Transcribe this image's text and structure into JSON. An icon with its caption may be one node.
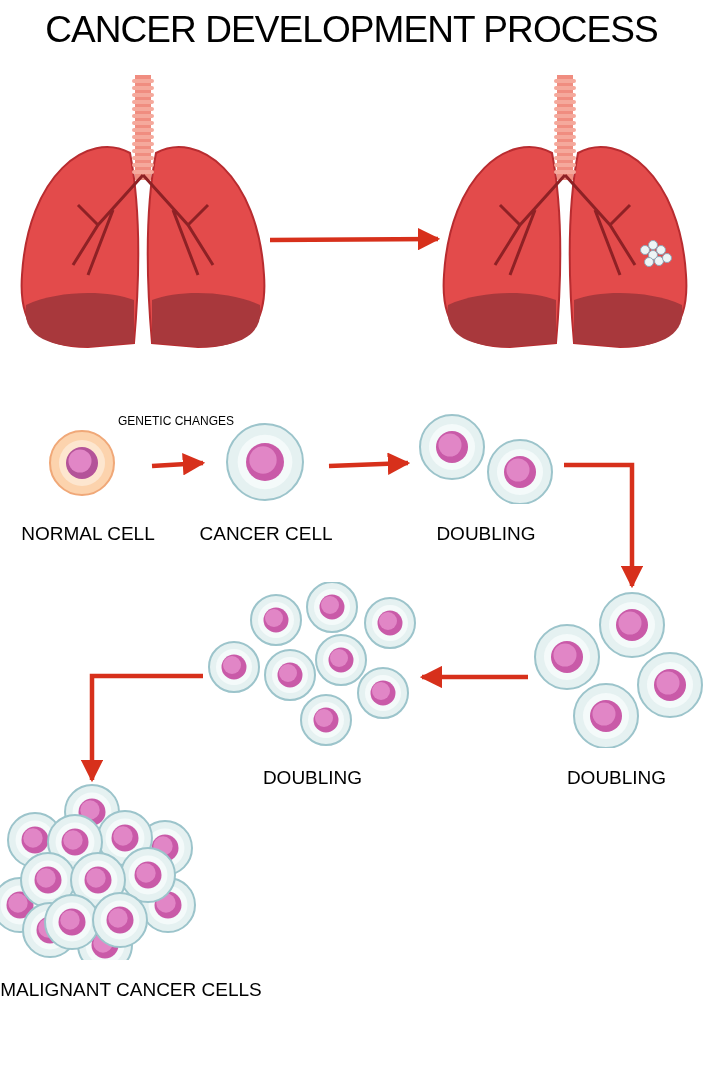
{
  "diagram": {
    "title": "CANCER DEVELOPMENT PROCESS",
    "nodes": [
      {
        "text": [],
        "shape": "picture"
      },
      {
        "text": [],
        "shape": "picture"
      },
      {
        "text": [
          "NORMAL CELL"
        ]
      },
      {
        "text": [
          "CANCER CELL"
        ]
      },
      {
        "text": [
          "DOUBLING"
        ]
      },
      {
        "text": [
          "DOUBLING"
        ]
      },
      {
        "text": [
          "DOUBLING"
        ]
      },
      {
        "text": [
          "MALIGNANT CANCER CELLS"
        ]
      }
    ],
    "edges": [
      {
        "from": 0,
        "to": 1,
        "arrow": "to"
      },
      {
        "from": 2,
        "to": 3,
        "arrow": "to",
        "label": "GENETIC CHANGES"
      },
      {
        "from": 3,
        "to": 4,
        "arrow": "to"
      },
      {
        "from": 4,
        "to": 5,
        "arrow": "to"
      },
      {
        "from": 5,
        "to": 6,
        "arrow": "to"
      },
      {
        "from": 6,
        "to": 7,
        "arrow": "to"
      }
    ]
  }
}
